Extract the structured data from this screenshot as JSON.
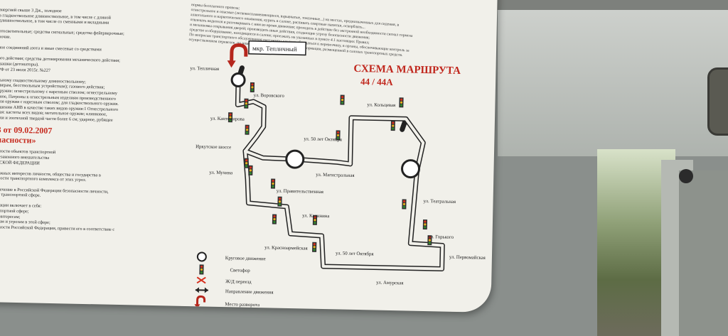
{
  "top_note_lines": [
    "нормы бесплатного провоза;",
    "огнестрельное и опасные (легковоспламеняющиеся, взрывчатые, токсичные...) на местах, предназначенных для сидения, в",
    "алкогольного и наркотического опьянения, курить в салоне, распивать спиртные напитки, оскорблять...",
    "отвлекать водителя и разговаривать с ним во время движения; проходить в действие без экстренной необходимости сигнал тормоза",
    "и механизмы открывания дверей; производить иные действия, создающие угрозу безопасности движения;",
    "средство и оборудование, находящиеся в салоне; проезжать на указанных в пункте 4.1 настоящих Правил;",
    "По вопросам транспортного обслуживания пассажиры следует обращаться к перевозчику, в органы, обеспечивающие контроль за",
    "осуществлением перевозок, по номерам телефонов, указанным в информации, размещенной в салонах транспортных средств."
  ],
  "left_column": [
    "энергией свыше 3 Дж., холодное",
    "в гладкоствольное длинноствольное, в том числе с длиной",
    "длинноствольное, в том числе со сменными и вкладными",
    "",
    "отосветительные; средства сигнальные; средства фейерверочные;",
    "рочие.",
    "",
    "ное соединений азота и иные смесевые со средствами",
    "",
    "ого действия; средства детонирования механического действия;",
    "шашки (детонаторы).",
    "РФ от 23 июля 2015г. №227",
    "",
    "льному гладкоствольному длинноствольному;",
    "ьверам, бесствольным устройствам); газового действия;",
    "оружие: огнестрельному с нарезным стволом; огнестрельному",
    "ьное, Патроны к огнестрельным изделиям производственного",
    "для оружия с нарезным стволом; для гладкоствольного оружия.",
    "ошении АНВ в качестве таких видов оружия:1 Огнестрельного",
    "ная: кастеты всех видов; метательное оружие; клинковое,",
    "или и зоотехной твердой части более 6 см; ударное, рубящее"
  ],
  "decree": "3 от 09.02.2007",
  "decree_sub": "пасности»",
  "left_column_2": [
    "пности объектов транспортной",
    "незаконного вмешательства",
    "ЙСКОЙ ФЕДЕРАЦИИ",
    "",
    "важных интересов личности, общества и государства в",
    "тности транспортного комплекса от этих угроз.",
    "",
    "спечение в Российской Федерации безопасности личности,",
    "ти транспортной сфере.",
    "",
    "ерации включает в себя:",
    "нспортной сфере;",
    "м интересам;",
    "орам и угрозам в этой сфере;",
    "асности Российской Федерации, привести его в соответствие с"
  ],
  "scheme": {
    "title": "СХЕМА МАРШРУТА",
    "routes": "44 / 44А",
    "terminus": "мкр. Тепличный",
    "colors": {
      "route_line": "#222222",
      "title": "#c0261c",
      "signal_red": "#d6301f",
      "signal_yellow": "#e7b21c",
      "signal_green": "#2f8a2f",
      "uturn": "#b5261c"
    },
    "streets": {
      "teplichnaya": "ул. Тепличная",
      "vorovskogo": "ул. Воровского",
      "kantemirova": "ул. Кантемирова",
      "irkutskoe": "Иркутское шоссе",
      "mukhina": "ул. Мухина",
      "pravitelstvennaya": "ул. Правительственная",
      "kalinina": "ул. Калинина",
      "krasnoarmeyskaya": "ул. Красноармейская",
      "oktyabrya_50_top": "ул. 50 лет Октября",
      "magistralnaya": "ул. Магистральная",
      "koltsevaya": "ул. Кольцевая",
      "teatralnaya": "ул. Театральная",
      "gorkogo": "ул. Горького",
      "pervomayskaya": "ул. Первомайская",
      "oktyabrya_50_bottom": "ул. 50 лет Октября",
      "amurskaya": "ул. Амурская"
    },
    "legend": {
      "roundabout": "Круговое движение",
      "traffic_light": "Светофор",
      "railway": "Ж/Д переезд",
      "direction": "Направление движения",
      "uturn": "Место разворота"
    }
  }
}
